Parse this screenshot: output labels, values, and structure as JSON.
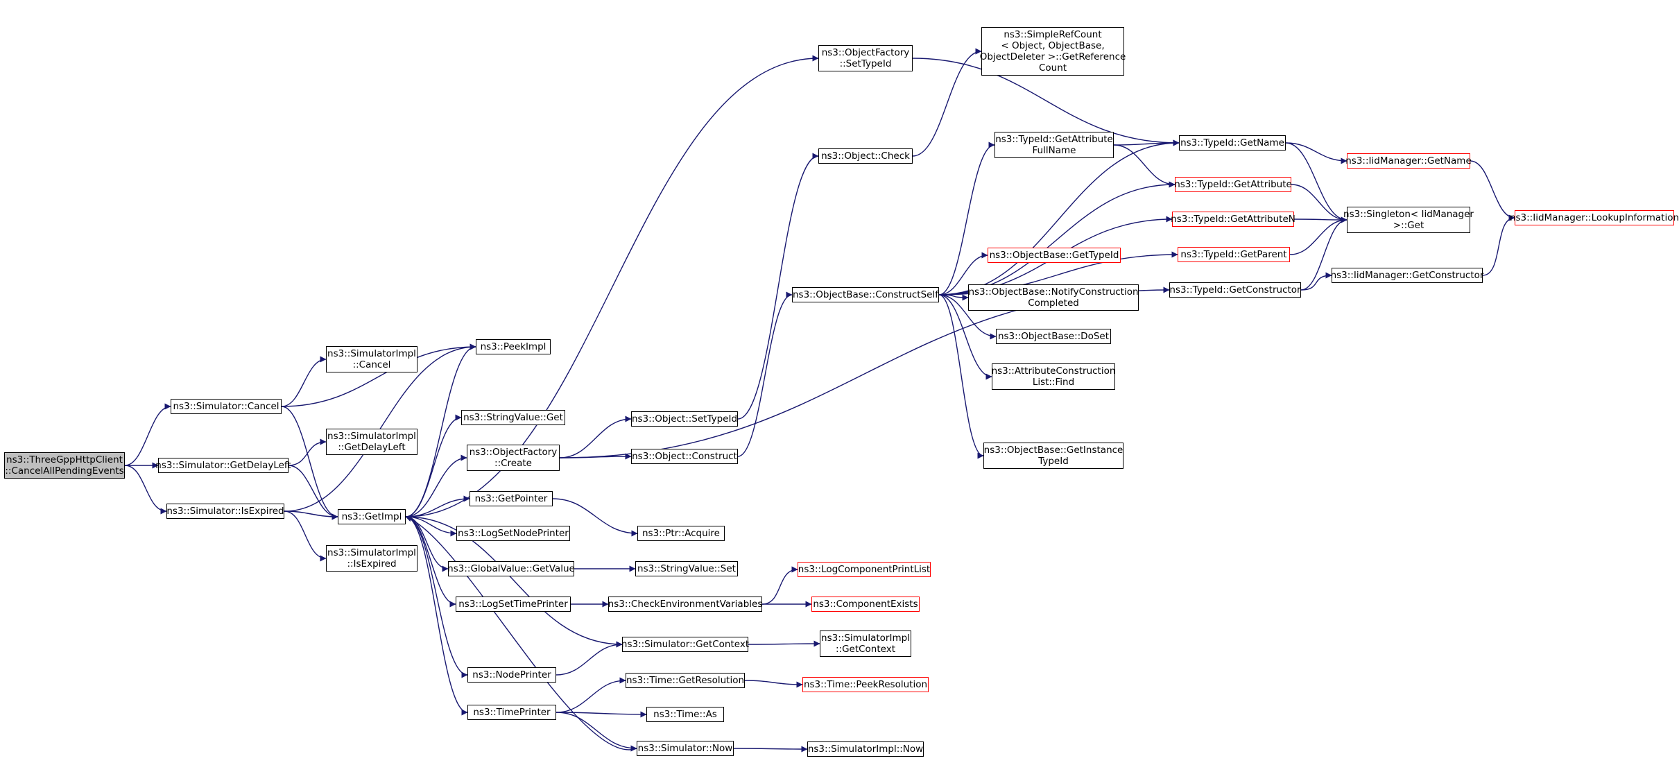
{
  "graph": {
    "edge_color": "#191970",
    "root_color": "#bfbfbf",
    "link_missing_color": "#ff0000",
    "nodes": [
      {
        "id": "root",
        "label": "ns3::ThreeGppHttpClient\n::CancelAllPendingEvents",
        "style": "root"
      },
      {
        "id": "sim_cancel",
        "label": "ns3::Simulator::Cancel"
      },
      {
        "id": "sim_getdelay",
        "label": "ns3::Simulator::GetDelayLeft"
      },
      {
        "id": "sim_isexpired",
        "label": "ns3::Simulator::IsExpired"
      },
      {
        "id": "impl_cancel",
        "label": "ns3::SimulatorImpl\n::Cancel"
      },
      {
        "id": "peekimpl",
        "label": "ns3::PeekImpl"
      },
      {
        "id": "impl_getdelay",
        "label": "ns3::SimulatorImpl\n::GetDelayLeft"
      },
      {
        "id": "getimpl",
        "label": "ns3::GetImpl"
      },
      {
        "id": "impl_isexpired",
        "label": "ns3::SimulatorImpl\n::IsExpired"
      },
      {
        "id": "strval_get",
        "label": "ns3::StringValue::Get"
      },
      {
        "id": "objfac_create",
        "label": "ns3::ObjectFactory\n::Create"
      },
      {
        "id": "getpointer",
        "label": "ns3::GetPointer"
      },
      {
        "id": "logsetnode",
        "label": "ns3::LogSetNodePrinter"
      },
      {
        "id": "gv_getvalue",
        "label": "ns3::GlobalValue::GetValue"
      },
      {
        "id": "logsettime",
        "label": "ns3::LogSetTimePrinter"
      },
      {
        "id": "nodeprinter",
        "label": "ns3::NodePrinter"
      },
      {
        "id": "timeprinter",
        "label": "ns3::TimePrinter"
      },
      {
        "id": "objfac_settype",
        "label": "ns3::ObjectFactory\n::SetTypeId"
      },
      {
        "id": "obj_check",
        "label": "ns3::Object::Check"
      },
      {
        "id": "obj_settypeid",
        "label": "ns3::Object::SetTypeId"
      },
      {
        "id": "obj_construct",
        "label": "ns3::Object::Construct"
      },
      {
        "id": "ptr_acquire",
        "label": "ns3::Ptr::Acquire"
      },
      {
        "id": "strval_set",
        "label": "ns3::StringValue::Set"
      },
      {
        "id": "checkenv",
        "label": "ns3::CheckEnvironmentVariables"
      },
      {
        "id": "sim_getcontext",
        "label": "ns3::Simulator::GetContext"
      },
      {
        "id": "time_getres",
        "label": "ns3::Time::GetResolution"
      },
      {
        "id": "time_as",
        "label": "ns3::Time::As"
      },
      {
        "id": "sim_now",
        "label": "ns3::Simulator::Now"
      },
      {
        "id": "simplerefcount",
        "label": "ns3::SimpleRefCount\n< Object, ObjectBase,\nObjectDeleter >::GetReference\nCount"
      },
      {
        "id": "ob_constructself",
        "label": "ns3::ObjectBase::ConstructSelf"
      },
      {
        "id": "tid_getattrfull",
        "label": "ns3::TypeId::GetAttribute\nFullName"
      },
      {
        "id": "ob_gettypeid",
        "label": "ns3::ObjectBase::GetTypeId",
        "style": "red"
      },
      {
        "id": "ob_notify",
        "label": "ns3::ObjectBase::NotifyConstruction\nCompleted"
      },
      {
        "id": "ob_doset",
        "label": "ns3::ObjectBase::DoSet"
      },
      {
        "id": "attr_find",
        "label": "ns3::AttributeConstruction\nList::Find"
      },
      {
        "id": "ob_getinstance",
        "label": "ns3::ObjectBase::GetInstance\nTypeId"
      },
      {
        "id": "logcompprint",
        "label": "ns3::LogComponentPrintList",
        "style": "red"
      },
      {
        "id": "compexists",
        "label": "ns3::ComponentExists",
        "style": "red"
      },
      {
        "id": "impl_getcontext",
        "label": "ns3::SimulatorImpl\n::GetContext"
      },
      {
        "id": "time_peekres",
        "label": "ns3::Time::PeekResolution",
        "style": "red"
      },
      {
        "id": "impl_now",
        "label": "ns3::SimulatorImpl::Now"
      },
      {
        "id": "tid_getname",
        "label": "ns3::TypeId::GetName"
      },
      {
        "id": "tid_getattr",
        "label": "ns3::TypeId::GetAttribute",
        "style": "red"
      },
      {
        "id": "tid_getattrn",
        "label": "ns3::TypeId::GetAttributeN",
        "style": "red"
      },
      {
        "id": "tid_getparent",
        "label": "ns3::TypeId::GetParent",
        "style": "red"
      },
      {
        "id": "tid_getctor",
        "label": "ns3::TypeId::GetConstructor"
      },
      {
        "id": "iid_getname",
        "label": "ns3::IidManager::GetName",
        "style": "red"
      },
      {
        "id": "singleton_get",
        "label": "ns3::Singleton< IidManager\n>::Get"
      },
      {
        "id": "iid_getctor",
        "label": "ns3::IidManager::GetConstructor"
      },
      {
        "id": "iid_lookup",
        "label": "ns3::IidManager::LookupInformation",
        "style": "red"
      }
    ],
    "edges": [
      [
        "root",
        "sim_cancel"
      ],
      [
        "root",
        "sim_getdelay"
      ],
      [
        "root",
        "sim_isexpired"
      ],
      [
        "sim_cancel",
        "impl_cancel"
      ],
      [
        "sim_cancel",
        "peekimpl"
      ],
      [
        "sim_cancel",
        "getimpl"
      ],
      [
        "sim_getdelay",
        "impl_getdelay"
      ],
      [
        "sim_getdelay",
        "getimpl"
      ],
      [
        "sim_isexpired",
        "peekimpl"
      ],
      [
        "sim_isexpired",
        "getimpl"
      ],
      [
        "sim_isexpired",
        "impl_isexpired"
      ],
      [
        "getimpl",
        "peekimpl"
      ],
      [
        "getimpl",
        "strval_get"
      ],
      [
        "getimpl",
        "objfac_create"
      ],
      [
        "getimpl",
        "getpointer"
      ],
      [
        "getimpl",
        "logsetnode"
      ],
      [
        "getimpl",
        "gv_getvalue"
      ],
      [
        "getimpl",
        "logsettime"
      ],
      [
        "getimpl",
        "sim_getcontext"
      ],
      [
        "getimpl",
        "nodeprinter"
      ],
      [
        "getimpl",
        "timeprinter"
      ],
      [
        "getimpl",
        "objfac_settype"
      ],
      [
        "sim_now",
        "getimpl"
      ],
      [
        "objfac_create",
        "obj_settypeid"
      ],
      [
        "objfac_create",
        "obj_construct"
      ],
      [
        "objfac_create",
        "tid_getctor"
      ],
      [
        "getpointer",
        "ptr_acquire"
      ],
      [
        "gv_getvalue",
        "strval_set"
      ],
      [
        "logsettime",
        "checkenv"
      ],
      [
        "nodeprinter",
        "sim_getcontext"
      ],
      [
        "timeprinter",
        "time_getres"
      ],
      [
        "timeprinter",
        "time_as"
      ],
      [
        "timeprinter",
        "sim_now"
      ],
      [
        "obj_settypeid",
        "obj_check"
      ],
      [
        "obj_check",
        "simplerefcount"
      ],
      [
        "obj_construct",
        "ob_constructself"
      ],
      [
        "objfac_settype",
        "tid_getname"
      ],
      [
        "checkenv",
        "logcompprint"
      ],
      [
        "checkenv",
        "compexists"
      ],
      [
        "sim_getcontext",
        "impl_getcontext"
      ],
      [
        "time_getres",
        "time_peekres"
      ],
      [
        "sim_now",
        "impl_now"
      ],
      [
        "ob_constructself",
        "tid_getattrfull"
      ],
      [
        "ob_constructself",
        "tid_getname"
      ],
      [
        "ob_constructself",
        "tid_getattr"
      ],
      [
        "ob_constructself",
        "tid_getattrn"
      ],
      [
        "ob_constructself",
        "ob_gettypeid"
      ],
      [
        "ob_constructself",
        "ob_notify"
      ],
      [
        "ob_constructself",
        "ob_doset"
      ],
      [
        "ob_constructself",
        "attr_find"
      ],
      [
        "ob_constructself",
        "ob_getinstance"
      ],
      [
        "ob_constructself",
        "tid_getparent"
      ],
      [
        "tid_getattrfull",
        "tid_getname"
      ],
      [
        "tid_getattrfull",
        "tid_getattr"
      ],
      [
        "tid_getname",
        "iid_getname"
      ],
      [
        "tid_getname",
        "singleton_get"
      ],
      [
        "tid_getattr",
        "singleton_get"
      ],
      [
        "tid_getattrn",
        "singleton_get"
      ],
      [
        "tid_getparent",
        "singleton_get"
      ],
      [
        "tid_getctor",
        "singleton_get"
      ],
      [
        "tid_getctor",
        "iid_getctor"
      ],
      [
        "iid_getname",
        "iid_lookup"
      ],
      [
        "iid_getctor",
        "iid_lookup"
      ]
    ]
  }
}
